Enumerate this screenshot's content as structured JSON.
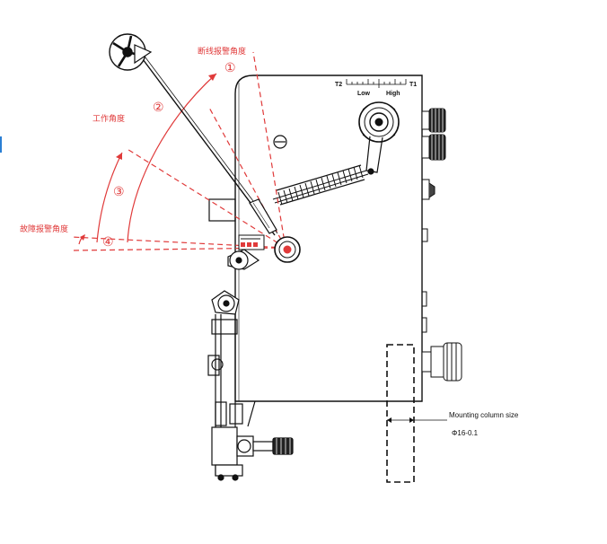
{
  "labels": {
    "break_alarm_angle": "断线报警角度",
    "working_angle": "工作角度",
    "fault_alarm_angle": "故障报警角度",
    "num1": "①",
    "num2": "②",
    "num3": "③",
    "num4": "④"
  },
  "scale": {
    "t2": "T2",
    "t1": "T1",
    "low": "Low",
    "high": "High"
  },
  "mounting": {
    "title": "Mounting column size",
    "size": "Φ16-0.1"
  },
  "colors": {
    "alarm_lines": "#e03a3a",
    "drawing": "#111111"
  }
}
